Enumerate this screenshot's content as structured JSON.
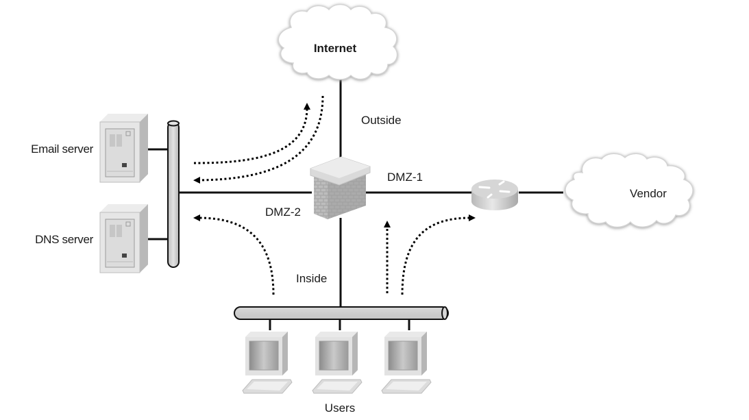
{
  "diagram": {
    "title": "",
    "nodes": {
      "internet": {
        "label": "Internet",
        "type": "cloud"
      },
      "vendor": {
        "label": "Vendor",
        "type": "cloud"
      },
      "firewall": {
        "label": "",
        "type": "firewall"
      },
      "router": {
        "label": "",
        "type": "router"
      },
      "email_server": {
        "label": "Email server",
        "type": "server"
      },
      "dns_server": {
        "label": "DNS server",
        "type": "server"
      },
      "users": {
        "label": "Users",
        "type": "workstations",
        "count": 3
      }
    },
    "links": {
      "outside": {
        "label": "Outside",
        "from": "firewall",
        "to": "internet"
      },
      "dmz1": {
        "label": "DMZ-1",
        "from": "firewall",
        "to": "router"
      },
      "dmz2": {
        "label": "DMZ-2",
        "from": "firewall",
        "to": "dmz-segment"
      },
      "inside": {
        "label": "Inside",
        "from": "firewall",
        "to": "user-segment"
      },
      "vendor_link": {
        "label": "",
        "from": "router",
        "to": "vendor"
      }
    },
    "flows": [
      {
        "from": "dmz-segment",
        "to": "internet",
        "style": "dotted-arrow"
      },
      {
        "from": "internet",
        "to": "dmz-segment",
        "style": "dotted-arrow"
      },
      {
        "from": "users",
        "to": "dmz-segment",
        "style": "dotted-arrow"
      },
      {
        "from": "users",
        "to": "firewall",
        "style": "dotted-arrow"
      },
      {
        "from": "users",
        "to": "router",
        "style": "dotted-arrow"
      }
    ]
  }
}
